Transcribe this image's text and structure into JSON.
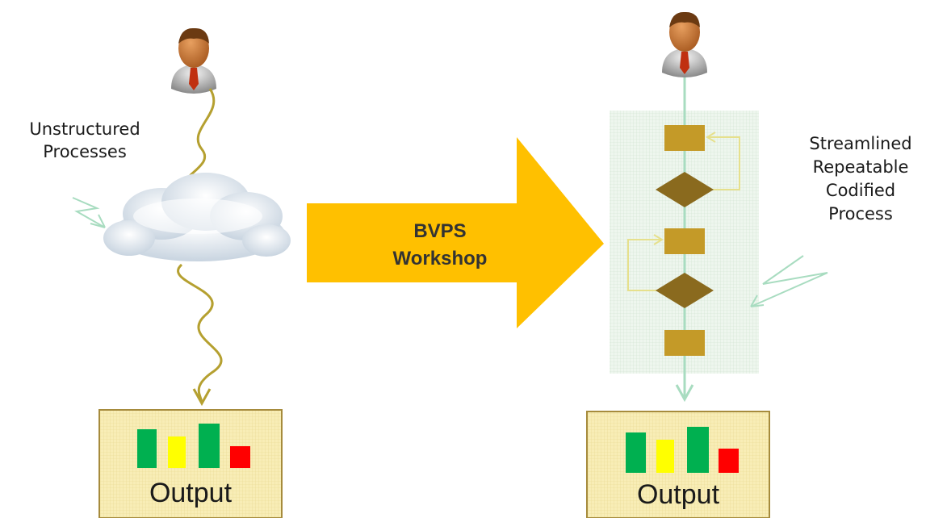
{
  "left": {
    "label_lines": [
      "Unstructured",
      "Processes"
    ],
    "output_label": "Output"
  },
  "center": {
    "arrow_lines": [
      "BVPS",
      "Workshop"
    ]
  },
  "right": {
    "label_lines": [
      "Streamlined",
      "Repeatable",
      "Codified",
      "Process"
    ],
    "output_label": "Output"
  },
  "colors": {
    "arrow": "#ffc000",
    "wavy_line": "#b5a030",
    "process_line": "#a8dcc0",
    "process_box": "#c49a28",
    "decision": "#8a6a1e",
    "loop_line": "#e6e08c",
    "output_bg": "#f8edb6",
    "output_border": "#a68b3c",
    "bar_green": "#00b050",
    "bar_yellow": "#ffff00",
    "bar_red": "#ff0000"
  },
  "icons": [
    "person-icon",
    "cloud-icon",
    "bar-chart-icon"
  ],
  "output_bars": [
    "green",
    "yellow",
    "green",
    "red"
  ]
}
